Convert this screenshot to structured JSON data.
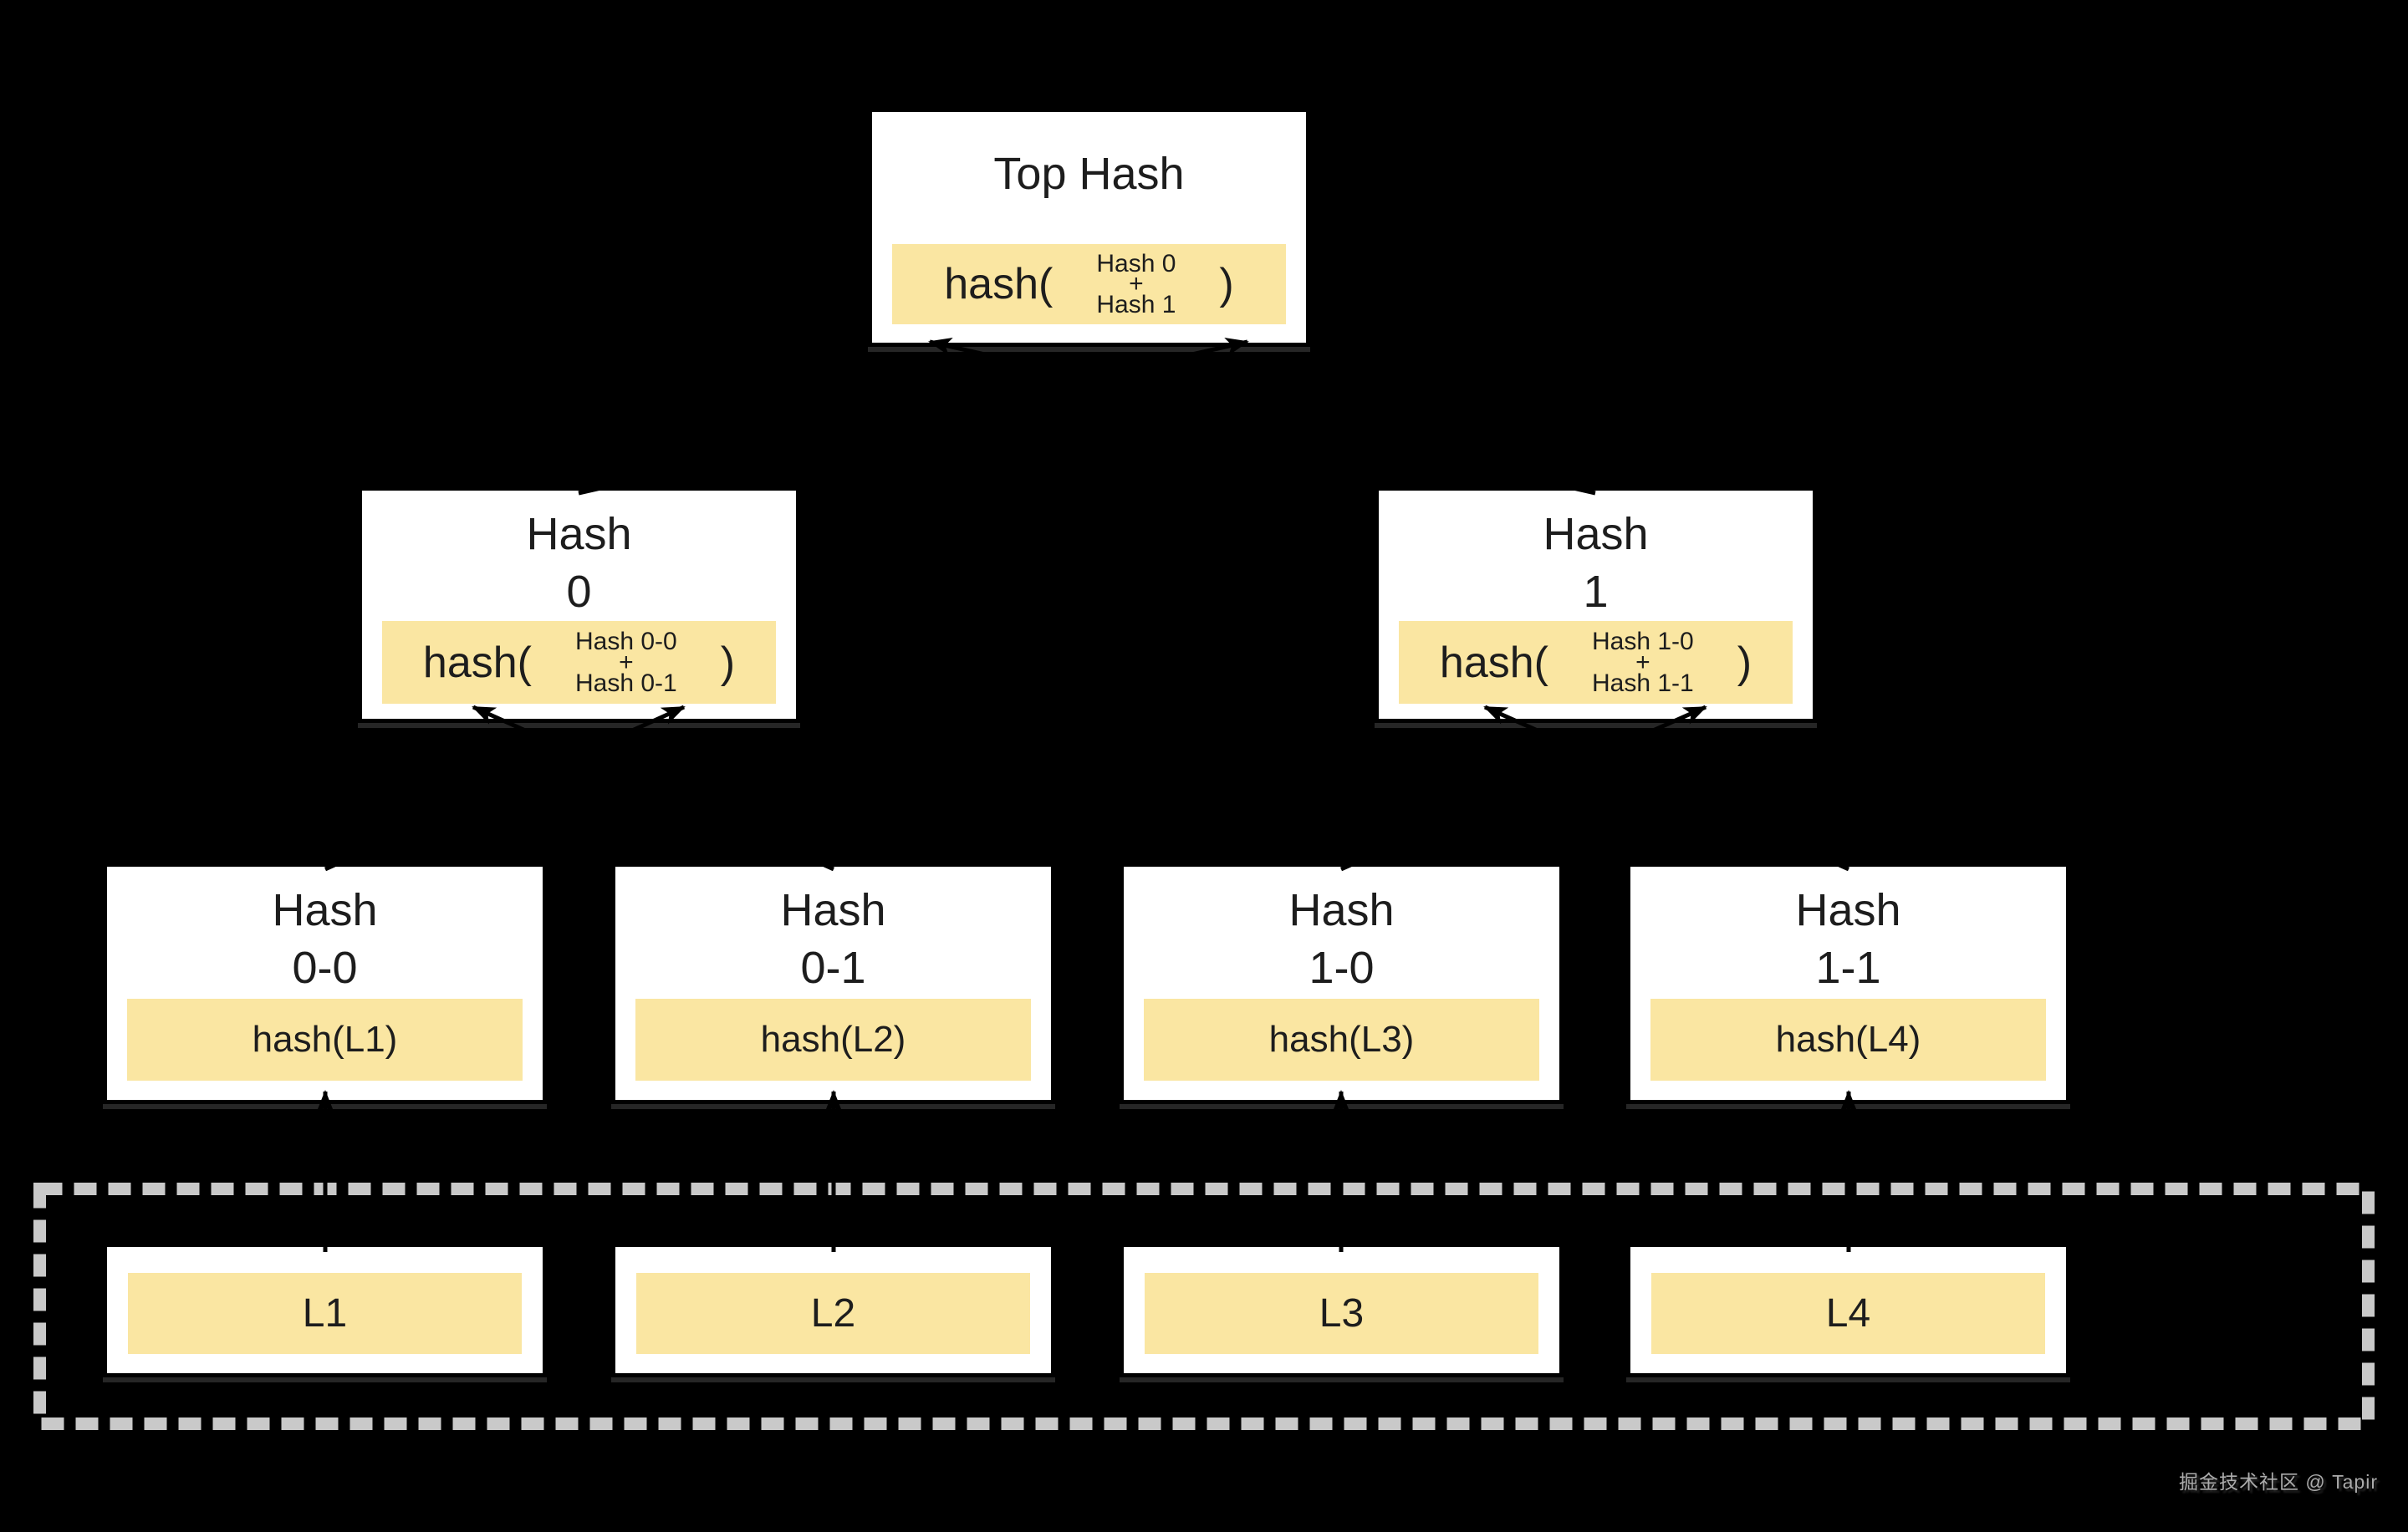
{
  "colors": {
    "background": "#000000",
    "box_fill": "#ffffff",
    "box_border": "#000000",
    "highlight": "#fae6a2",
    "dashed_border": "#c9c9c9",
    "arrow": "#000000",
    "text": "#1d1d1d",
    "watermark": "#ababab"
  },
  "tree": {
    "top": {
      "title": "Top Hash",
      "fn_open": "hash(",
      "args": [
        "Hash 0",
        "+",
        "Hash 1"
      ],
      "fn_close": ")"
    },
    "level2": [
      {
        "title_lines": [
          "Hash",
          "0"
        ],
        "fn_open": "hash(",
        "args": [
          "Hash 0-0",
          "+",
          "Hash 0-1"
        ],
        "fn_close": ")"
      },
      {
        "title_lines": [
          "Hash",
          "1"
        ],
        "fn_open": "hash(",
        "args": [
          "Hash 1-0",
          "+",
          "Hash 1-1"
        ],
        "fn_close": ")"
      }
    ],
    "level3": [
      {
        "title_lines": [
          "Hash",
          "0-0"
        ],
        "expr": "hash(L1)"
      },
      {
        "title_lines": [
          "Hash",
          "0-1"
        ],
        "expr": "hash(L2)"
      },
      {
        "title_lines": [
          "Hash",
          "1-0"
        ],
        "expr": "hash(L3)"
      },
      {
        "title_lines": [
          "Hash",
          "1-1"
        ],
        "expr": "hash(L4)"
      }
    ],
    "data_blocks": [
      "L1",
      "L2",
      "L3",
      "L4"
    ]
  },
  "watermark": "掘金技术社区 @ Tapir"
}
